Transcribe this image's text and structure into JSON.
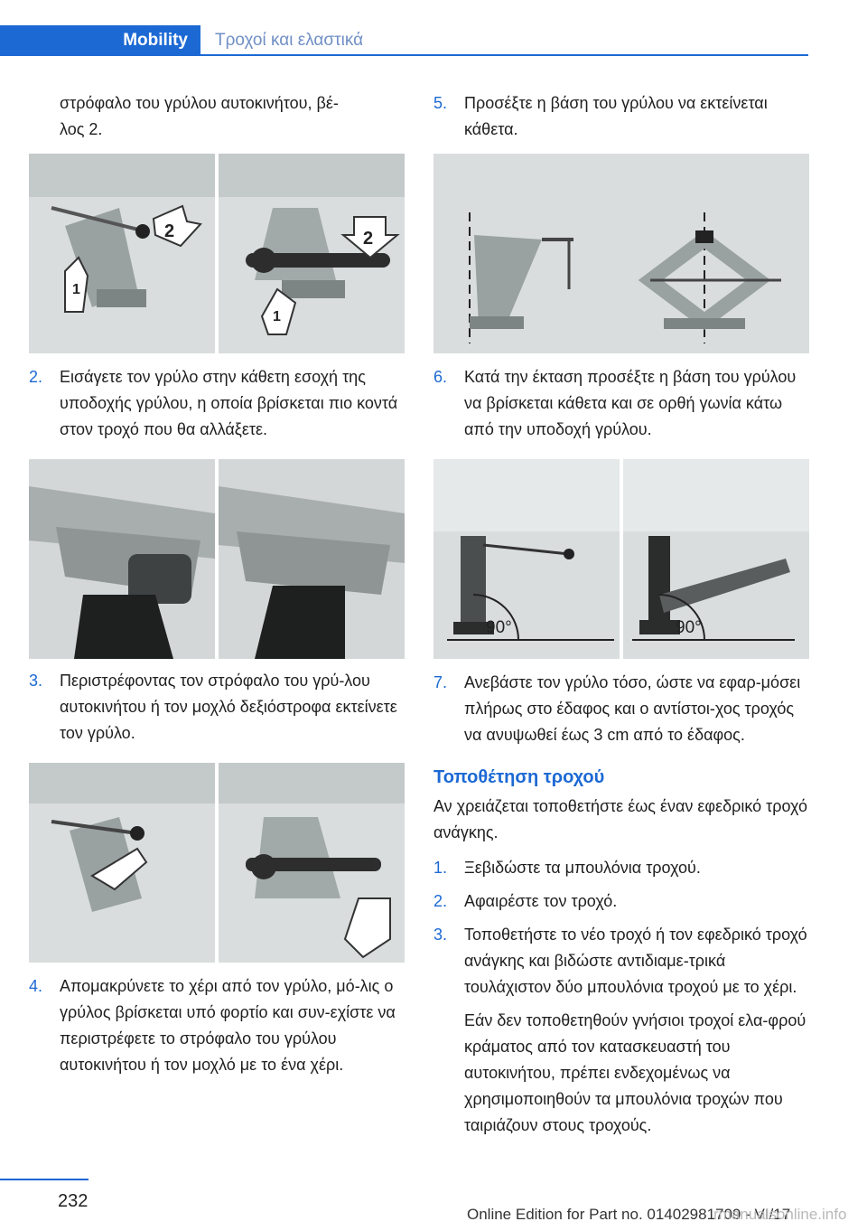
{
  "header": {
    "section_tab": "Mobility",
    "chapter_tab": "Τροχοί και ελαστικά"
  },
  "left_column": {
    "intro": "στρόφαλο του γρύλου αυτοκινήτου, βέ-\nλος 2.",
    "fig1_labels": [
      "1",
      "2",
      "2",
      "1"
    ],
    "step2_num": "2.",
    "step2_text": "Εισάγετε τον γρύλο στην κάθετη εσοχή της υποδοχής γρύλου, η οποία βρίσκεται πιο κοντά στον τροχό που θα αλλάξετε.",
    "step3_num": "3.",
    "step3_text": "Περιστρέφοντας τον στρόφαλο του γρύ-λου αυτοκινήτου ή τον μοχλό δεξιόστροφα εκτείνετε τον γρύλο.",
    "step4_num": "4.",
    "step4_text": "Απομακρύνετε το χέρι από τον γρύλο, μό-λις ο γρύλος βρίσκεται υπό φορτίο και συν-εχίστε να περιστρέφετε το στρόφαλο του γρύλου αυτοκινήτου ή τον μοχλό με το ένα χέρι."
  },
  "right_column": {
    "step5_num": "5.",
    "step5_text": "Προσέξτε η βάση του γρύλου να εκτείνεται κάθετα.",
    "step6_num": "6.",
    "step6_text": "Κατά την έκταση προσέξτε η βάση του γρύλου να βρίσκεται κάθετα και σε ορθή γωνία κάτω από την υποδοχή γρύλου.",
    "fig6_angle_labels": [
      "90°",
      "90°"
    ],
    "step7_num": "7.",
    "step7_text": "Ανεβάστε τον γρύλο τόσο, ώστε να εφαρ-μόσει πλήρως στο έδαφος και ο αντίστοι-χος τροχός να ανυψωθεί έως 3 cm από το έδαφος.",
    "section_title": "Τοποθέτηση τροχού",
    "section_intro": "Αν χρειάζεται τοποθετήστε έως έναν εφεδρικό τροχό ανάγκης.",
    "mount_steps": [
      {
        "num": "1.",
        "text": "Ξεβιδώστε τα μπουλόνια τροχού."
      },
      {
        "num": "2.",
        "text": "Αφαιρέστε τον τροχό."
      },
      {
        "num": "3.",
        "text": "Τοποθετήστε το νέο τροχό ή τον εφεδρικό τροχό ανάγκης και βιδώστε αντιδιαμε-τρικά τουλάχιστον δύο μπουλόνια τροχού με το χέρι."
      }
    ],
    "mount_note": "Εάν δεν τοποθετηθούν γνήσιοι τροχοί ελα-φρού κράματος από τον κατασκευαστή του αυτοκινήτου, πρέπει ενδεχομένως να χρησιμοποιηθούν τα μπουλόνια τροχών που ταιριάζουν στους τροχούς."
  },
  "footer": {
    "page_number": "232",
    "edition": "Online Edition for Part no. 01402981709 - VI/17",
    "watermark": "rmanualsonline.info"
  },
  "colors": {
    "accent": "#1c69d4",
    "figure_bg": "#d8dcdc"
  }
}
